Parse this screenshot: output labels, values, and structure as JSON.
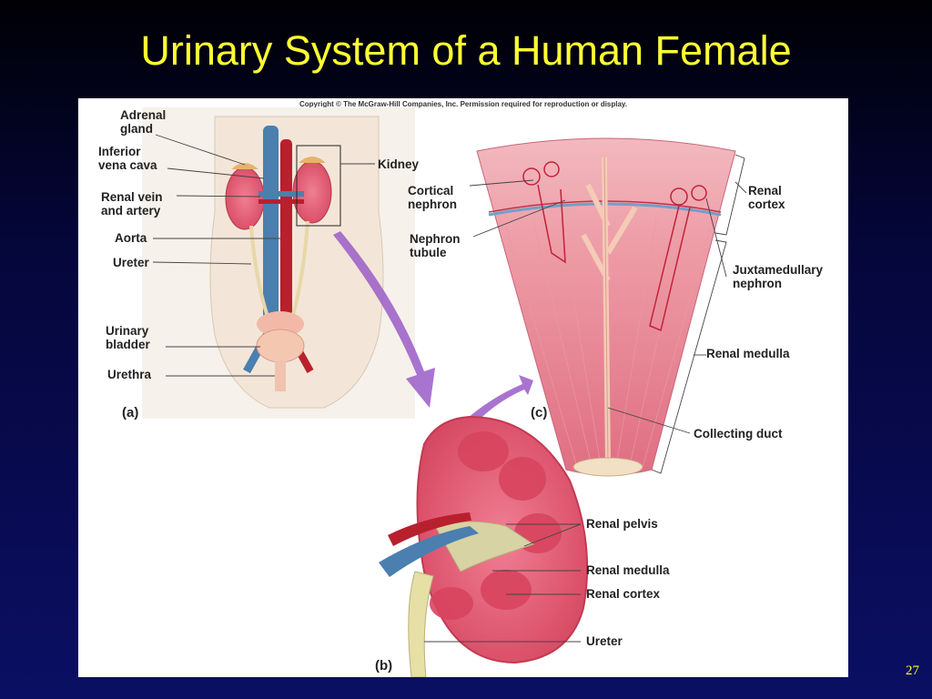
{
  "slide": {
    "title": "Urinary System of a Human Female",
    "number": "27"
  },
  "figure": {
    "copyright": "Copyright © The McGraw-Hill Companies, Inc. Permission required for reproduction or display.",
    "panels": {
      "a": "(a)",
      "b": "(b)",
      "c": "(c)"
    },
    "labels_a": {
      "adrenal_gland": [
        "Adrenal",
        "gland"
      ],
      "inferior_vena_cava": [
        "Inferior",
        "vena cava"
      ],
      "renal_vein_artery": [
        "Renal vein",
        "and artery"
      ],
      "aorta": "Aorta",
      "ureter": "Ureter",
      "urinary_bladder": [
        "Urinary",
        "bladder"
      ],
      "urethra": "Urethra",
      "kidney": "Kidney"
    },
    "labels_c": {
      "cortical_nephron": [
        "Cortical",
        "nephron"
      ],
      "nephron_tubule": [
        "Nephron",
        "tubule"
      ],
      "renal_cortex": [
        "Renal",
        "cortex"
      ],
      "juxtamedullary_nephron": [
        "Juxtamedullary",
        "nephron"
      ],
      "renal_medulla": "Renal medulla",
      "collecting_duct": "Collecting duct"
    },
    "labels_b": {
      "renal_pelvis": "Renal pelvis",
      "renal_medulla": "Renal medulla",
      "renal_cortex": "Renal cortex",
      "ureter": "Ureter"
    },
    "colors": {
      "title": "#ffff33",
      "kidney": "#e0506a",
      "vein": "#4a7fb0",
      "artery": "#b8202e",
      "arrow": "#9a5cc8"
    }
  }
}
